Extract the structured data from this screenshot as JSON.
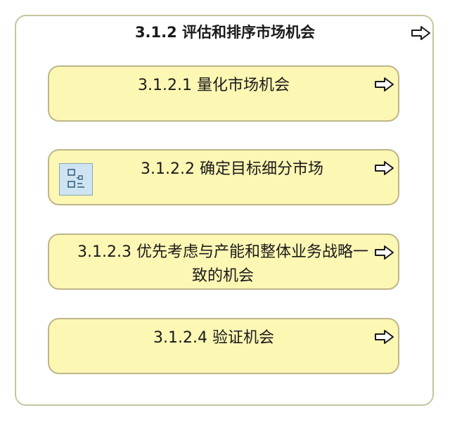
{
  "group": {
    "title": "3.1.2 评估和排序市场机会",
    "arrow_icon": "right-arrow-icon"
  },
  "cards": [
    {
      "label": "3.1.2.1 量化市场机会",
      "arrow_icon": "right-arrow-icon"
    },
    {
      "label": "3.1.2.2 确定目标细分市场",
      "arrow_icon": "right-arrow-icon",
      "badge_icon": "checklist-icon"
    },
    {
      "label": "3.1.2.3 优先考虑与产能和整体业务战略一致的机会",
      "arrow_icon": "right-arrow-icon"
    },
    {
      "label": "3.1.2.4 验证机会",
      "arrow_icon": "right-arrow-icon"
    }
  ],
  "colors": {
    "card_fill": "#fdf7b4",
    "card_border": "#bcb68a",
    "outer_border": "#c8c5a0",
    "icon_fill": "#cfe4f2"
  }
}
